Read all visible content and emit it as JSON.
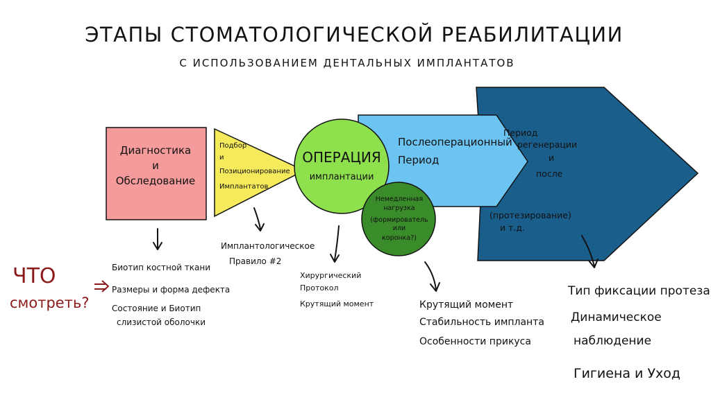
{
  "title": "ЭТАПЫ СТОМАТОЛОГИЧЕСКОЙ РЕАБИЛИТАЦИИ",
  "subtitle": "С ИСПОЛЬЗОВАНИЕМ ДЕНТАЛЬНЫХ ИМПЛАНТАТОВ",
  "colors": {
    "diagnostics": "#f59b9b",
    "selection": "#f5ea5b",
    "operation": "#8ee04d",
    "postop": "#6cc4f2",
    "loading": "#3a8c2a",
    "regeneration": "#1a5f8c"
  },
  "stages": {
    "diagnostics": {
      "lines": [
        "Диагностика",
        "и",
        "Обследование"
      ]
    },
    "selection": {
      "lines": [
        "Подбор",
        "и",
        "Позиционирование",
        "Имплантатов"
      ]
    },
    "operation": {
      "lines": [
        "ОПЕРАЦИЯ",
        "имплантации"
      ]
    },
    "postop": {
      "lines": [
        "Послеоперационный",
        "Период"
      ]
    },
    "loading": {
      "lines": [
        "Немедленная",
        "нагрузка",
        "(формирователь",
        "или",
        "коронка?)"
      ]
    },
    "regeneration": {
      "lines": [
        "Период",
        "регенерации",
        "и",
        "после",
        "(протезирование)",
        "и т.д."
      ]
    }
  },
  "question": {
    "lines": [
      "ЧТО",
      "смотреть?"
    ]
  },
  "notes": {
    "diagnostics": [
      "Биотип костной ткани",
      "Размеры и форма дефекта",
      "Состояние и Биотип",
      "слизистой оболочки"
    ],
    "selection": [
      "Имплантологическое",
      "Правило #2"
    ],
    "operation": [
      "Хирургический",
      "Протокол",
      "Крутящий момент"
    ],
    "loading": [
      "Крутящий момент",
      "Стабильность импланта",
      "Особенности прикуса"
    ],
    "regeneration": [
      "Тип фиксации протеза",
      "Динамическое",
      "наблюдение",
      "Гигиена и Уход"
    ]
  }
}
